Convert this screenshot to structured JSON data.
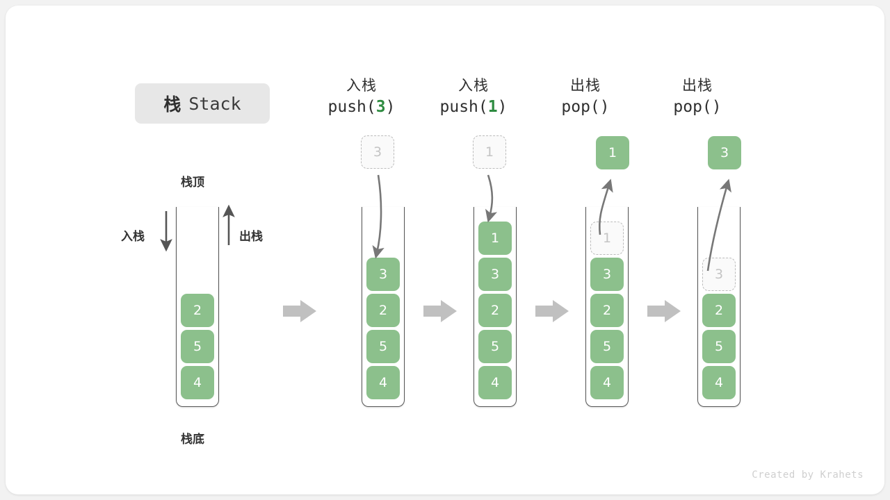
{
  "title": {
    "cn": "栈",
    "en": "Stack"
  },
  "labels": {
    "top": "栈顶",
    "bottom": "栈底",
    "push_side": "入栈",
    "pop_side": "出栈"
  },
  "credit": "Created by Krahets",
  "colors": {
    "element": "#8cc08c",
    "element_text": "#ffffff",
    "ghost_border": "#bbbbbb",
    "ghost_text": "#c4c4c4",
    "arrow": "#777777",
    "flow_arrow": "#c0c0c0",
    "accent_number": "#2e8b40",
    "container_stroke": "#555555",
    "title_chip_bg": "#e7e7e7",
    "page_bg": "#f2f2f2",
    "card_bg": "#ffffff"
  },
  "steps": [
    {
      "id": "initial",
      "op_cn": "",
      "op_code": "",
      "op_arg": "",
      "stack": [
        "2",
        "5",
        "4"
      ],
      "ghost": null,
      "result": null
    },
    {
      "id": "push-3",
      "op_cn": "入栈",
      "op_code_prefix": "push(",
      "op_arg": "3",
      "op_code_suffix": ")",
      "stack": [
        "3",
        "2",
        "5",
        "4"
      ],
      "ghost": {
        "value": "3",
        "position": "above"
      },
      "result": null
    },
    {
      "id": "push-1",
      "op_cn": "入栈",
      "op_code_prefix": "push(",
      "op_arg": "1",
      "op_code_suffix": ")",
      "stack": [
        "1",
        "3",
        "2",
        "5",
        "4"
      ],
      "ghost": {
        "value": "1",
        "position": "above"
      },
      "result": null
    },
    {
      "id": "pop-1",
      "op_cn": "出栈",
      "op_code_prefix": "pop(",
      "op_arg": "",
      "op_code_suffix": ")",
      "stack": [
        "3",
        "2",
        "5",
        "4"
      ],
      "ghost": {
        "value": "1",
        "position": "in-stack-top"
      },
      "result": {
        "value": "1"
      }
    },
    {
      "id": "pop-3",
      "op_cn": "出栈",
      "op_code_prefix": "pop(",
      "op_arg": "",
      "op_code_suffix": ")",
      "stack": [
        "2",
        "5",
        "4"
      ],
      "ghost": {
        "value": "3",
        "position": "in-stack-top"
      },
      "result": {
        "value": "3"
      }
    }
  ]
}
